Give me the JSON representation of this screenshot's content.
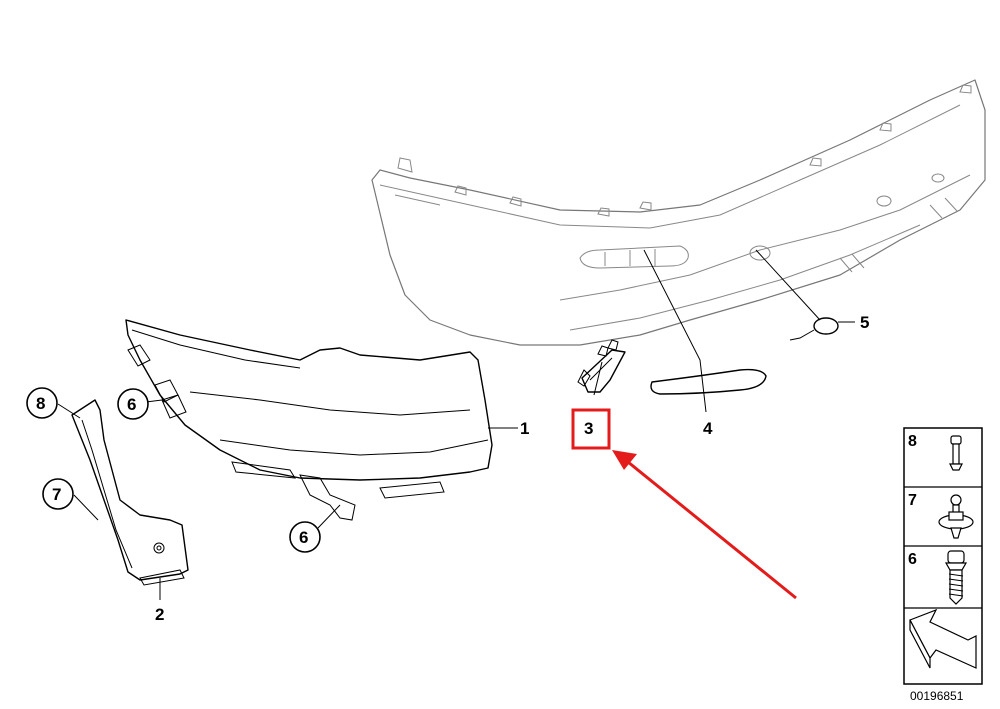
{
  "callouts": {
    "c1": "1",
    "c2": "2",
    "c3": "3",
    "c4": "4",
    "c5": "5",
    "c6a": "6",
    "c6b": "6",
    "c7": "7",
    "c8": "8"
  },
  "legend": {
    "items": [
      {
        "number": "8",
        "icon": "rivet-icon"
      },
      {
        "number": "7",
        "icon": "expanding-rivet-icon"
      },
      {
        "number": "6",
        "icon": "screw-icon"
      },
      {
        "number": "",
        "icon": "direction-arrow-icon"
      }
    ]
  },
  "document_id": "00196851",
  "colors": {
    "highlight": "#e41b1b",
    "line": "#000000",
    "background": "#ffffff"
  }
}
